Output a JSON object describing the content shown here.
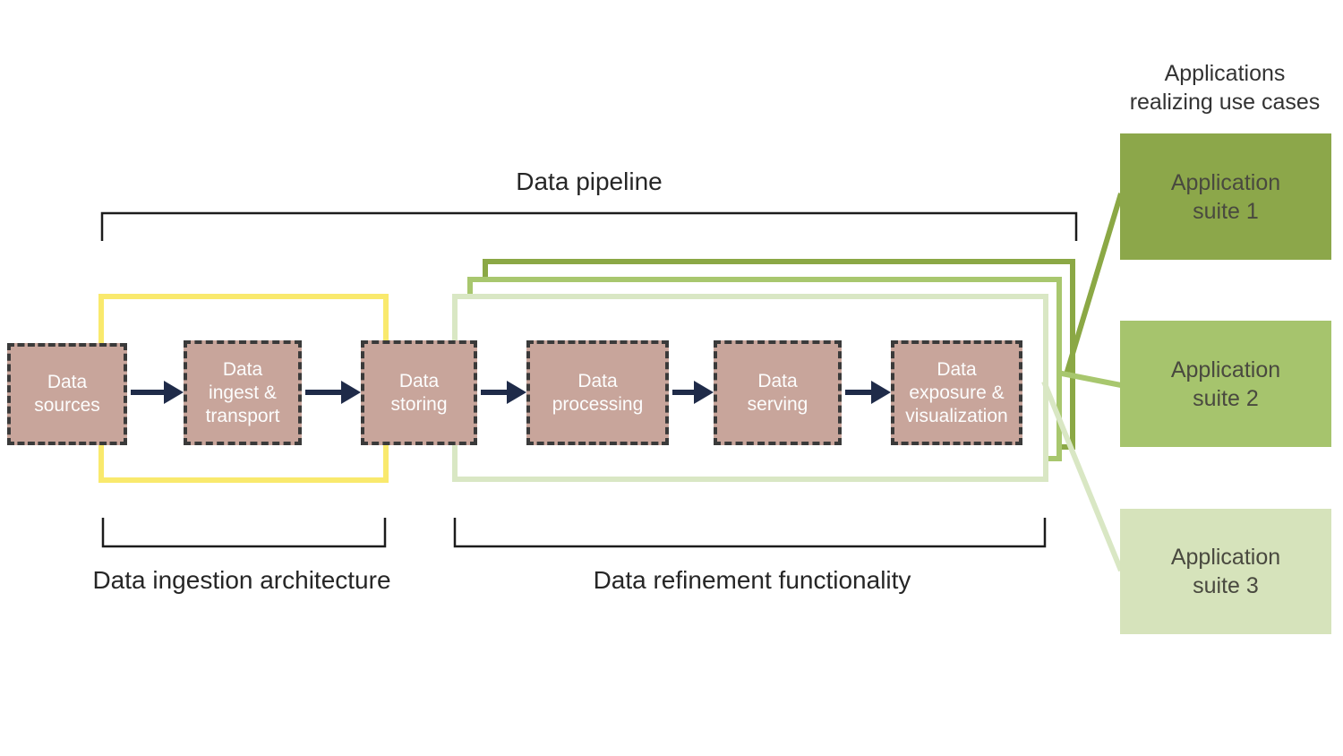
{
  "pipeline": {
    "title": "Data pipeline",
    "boxes": [
      {
        "label": "Data\nsources"
      },
      {
        "label": "Data\ningest &\ntransport"
      },
      {
        "label": "Data\nstoring"
      },
      {
        "label": "Data\nprocessing"
      },
      {
        "label": "Data\nserving"
      },
      {
        "label": "Data\nexposure &\nvisualization"
      }
    ]
  },
  "groups": {
    "ingestion_label": "Data ingestion architecture",
    "refinement_label": "Data refinement functionality"
  },
  "applications": {
    "heading": "Applications\nrealizing use cases",
    "suites": [
      {
        "label": "Application\nsuite 1"
      },
      {
        "label": "Application\nsuite 2"
      },
      {
        "label": "Application\nsuite 3"
      }
    ]
  },
  "colors": {
    "box_fill": "#c8a59b",
    "box_border": "#3a3a3a",
    "box_text": "#fdfdfd",
    "arrow_navy": "#1f2b49",
    "yellow_outline": "#f9e96d",
    "green_dark": "#8ba845",
    "green_mid": "#a8c76e",
    "green_light": "#d9e7c4",
    "suite1_fill": "#8ca74a",
    "suite2_fill": "#a6c46d",
    "suite3_fill": "#d6e3bb",
    "bracket_line": "#1c1c1c",
    "caption_text": "#262626"
  }
}
